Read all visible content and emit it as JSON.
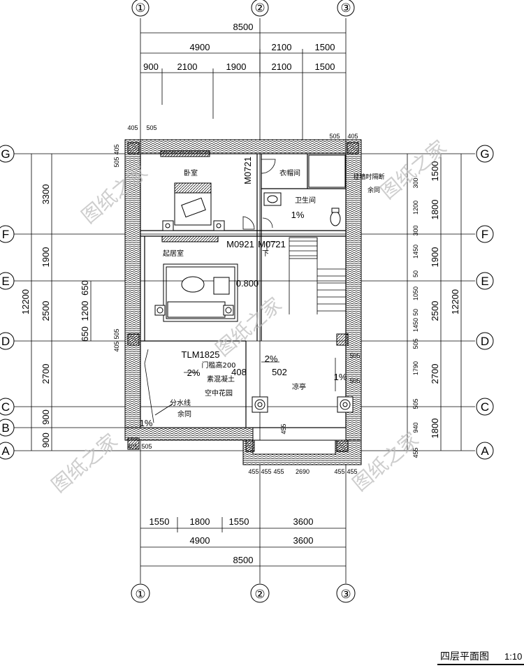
{
  "axes": {
    "columns": [
      "①",
      "②",
      "③"
    ],
    "rows": [
      "G",
      "F",
      "E",
      "D",
      "C",
      "B",
      "A"
    ]
  },
  "dims": {
    "top_total": "8500",
    "top_row2": [
      "4900",
      "2100",
      "1500"
    ],
    "top_row3": [
      "900",
      "2100",
      "1900",
      "2100",
      "1500"
    ],
    "bottom_row1": [
      "1550",
      "1800",
      "1550",
      "3600"
    ],
    "bottom_row2": [
      "4900",
      "3600"
    ],
    "bottom_total": "8500",
    "left_outer": "12200",
    "left_mid": [
      "3300",
      "1900",
      "2500",
      "2700",
      "900",
      "900"
    ],
    "left_inner": [
      "650",
      "1200",
      "650"
    ],
    "right_outer": "12200",
    "right_mid": [
      "1500",
      "1800",
      "1900",
      "2500",
      "2700",
      "1800"
    ],
    "right_inner": [
      "300",
      "1200",
      "300",
      "1450",
      "50",
      "1050",
      "50",
      "1450",
      "505",
      "1790",
      "505",
      "940",
      "455"
    ],
    "small": [
      "405",
      "505",
      "505",
      "405",
      "405",
      "505",
      "505",
      "405",
      "405",
      "505",
      "455",
      "455",
      "455",
      "2690",
      "455",
      "455",
      "408",
      "502",
      "455",
      "505",
      "505"
    ]
  },
  "labels": {
    "bedroom": "卧室",
    "living": "起居室",
    "closet": "衣帽间",
    "bathroom": "卫生间",
    "pavilion": "凉亭",
    "sky_garden": "空中花园",
    "drain_line": "分水线",
    "same": "余同",
    "parapet": "门槛高200",
    "concrete": "素混凝土",
    "bath_slope": "1%",
    "garden_slope": "2%",
    "pavilion_slope": "2%",
    "side_slope": "1%",
    "b_slope": "1%",
    "stair_down": "下",
    "level": "0.800",
    "door_m0921": "M0921",
    "door_m0721a": "M0721",
    "door_m0721b": "M0721",
    "window_tlm": "TLM1825",
    "hanging": "挂墙时隔断",
    "hanging2": "余同"
  },
  "watermark": "图纸之家",
  "title": {
    "name": "四层平面图",
    "scale": "1:10"
  }
}
